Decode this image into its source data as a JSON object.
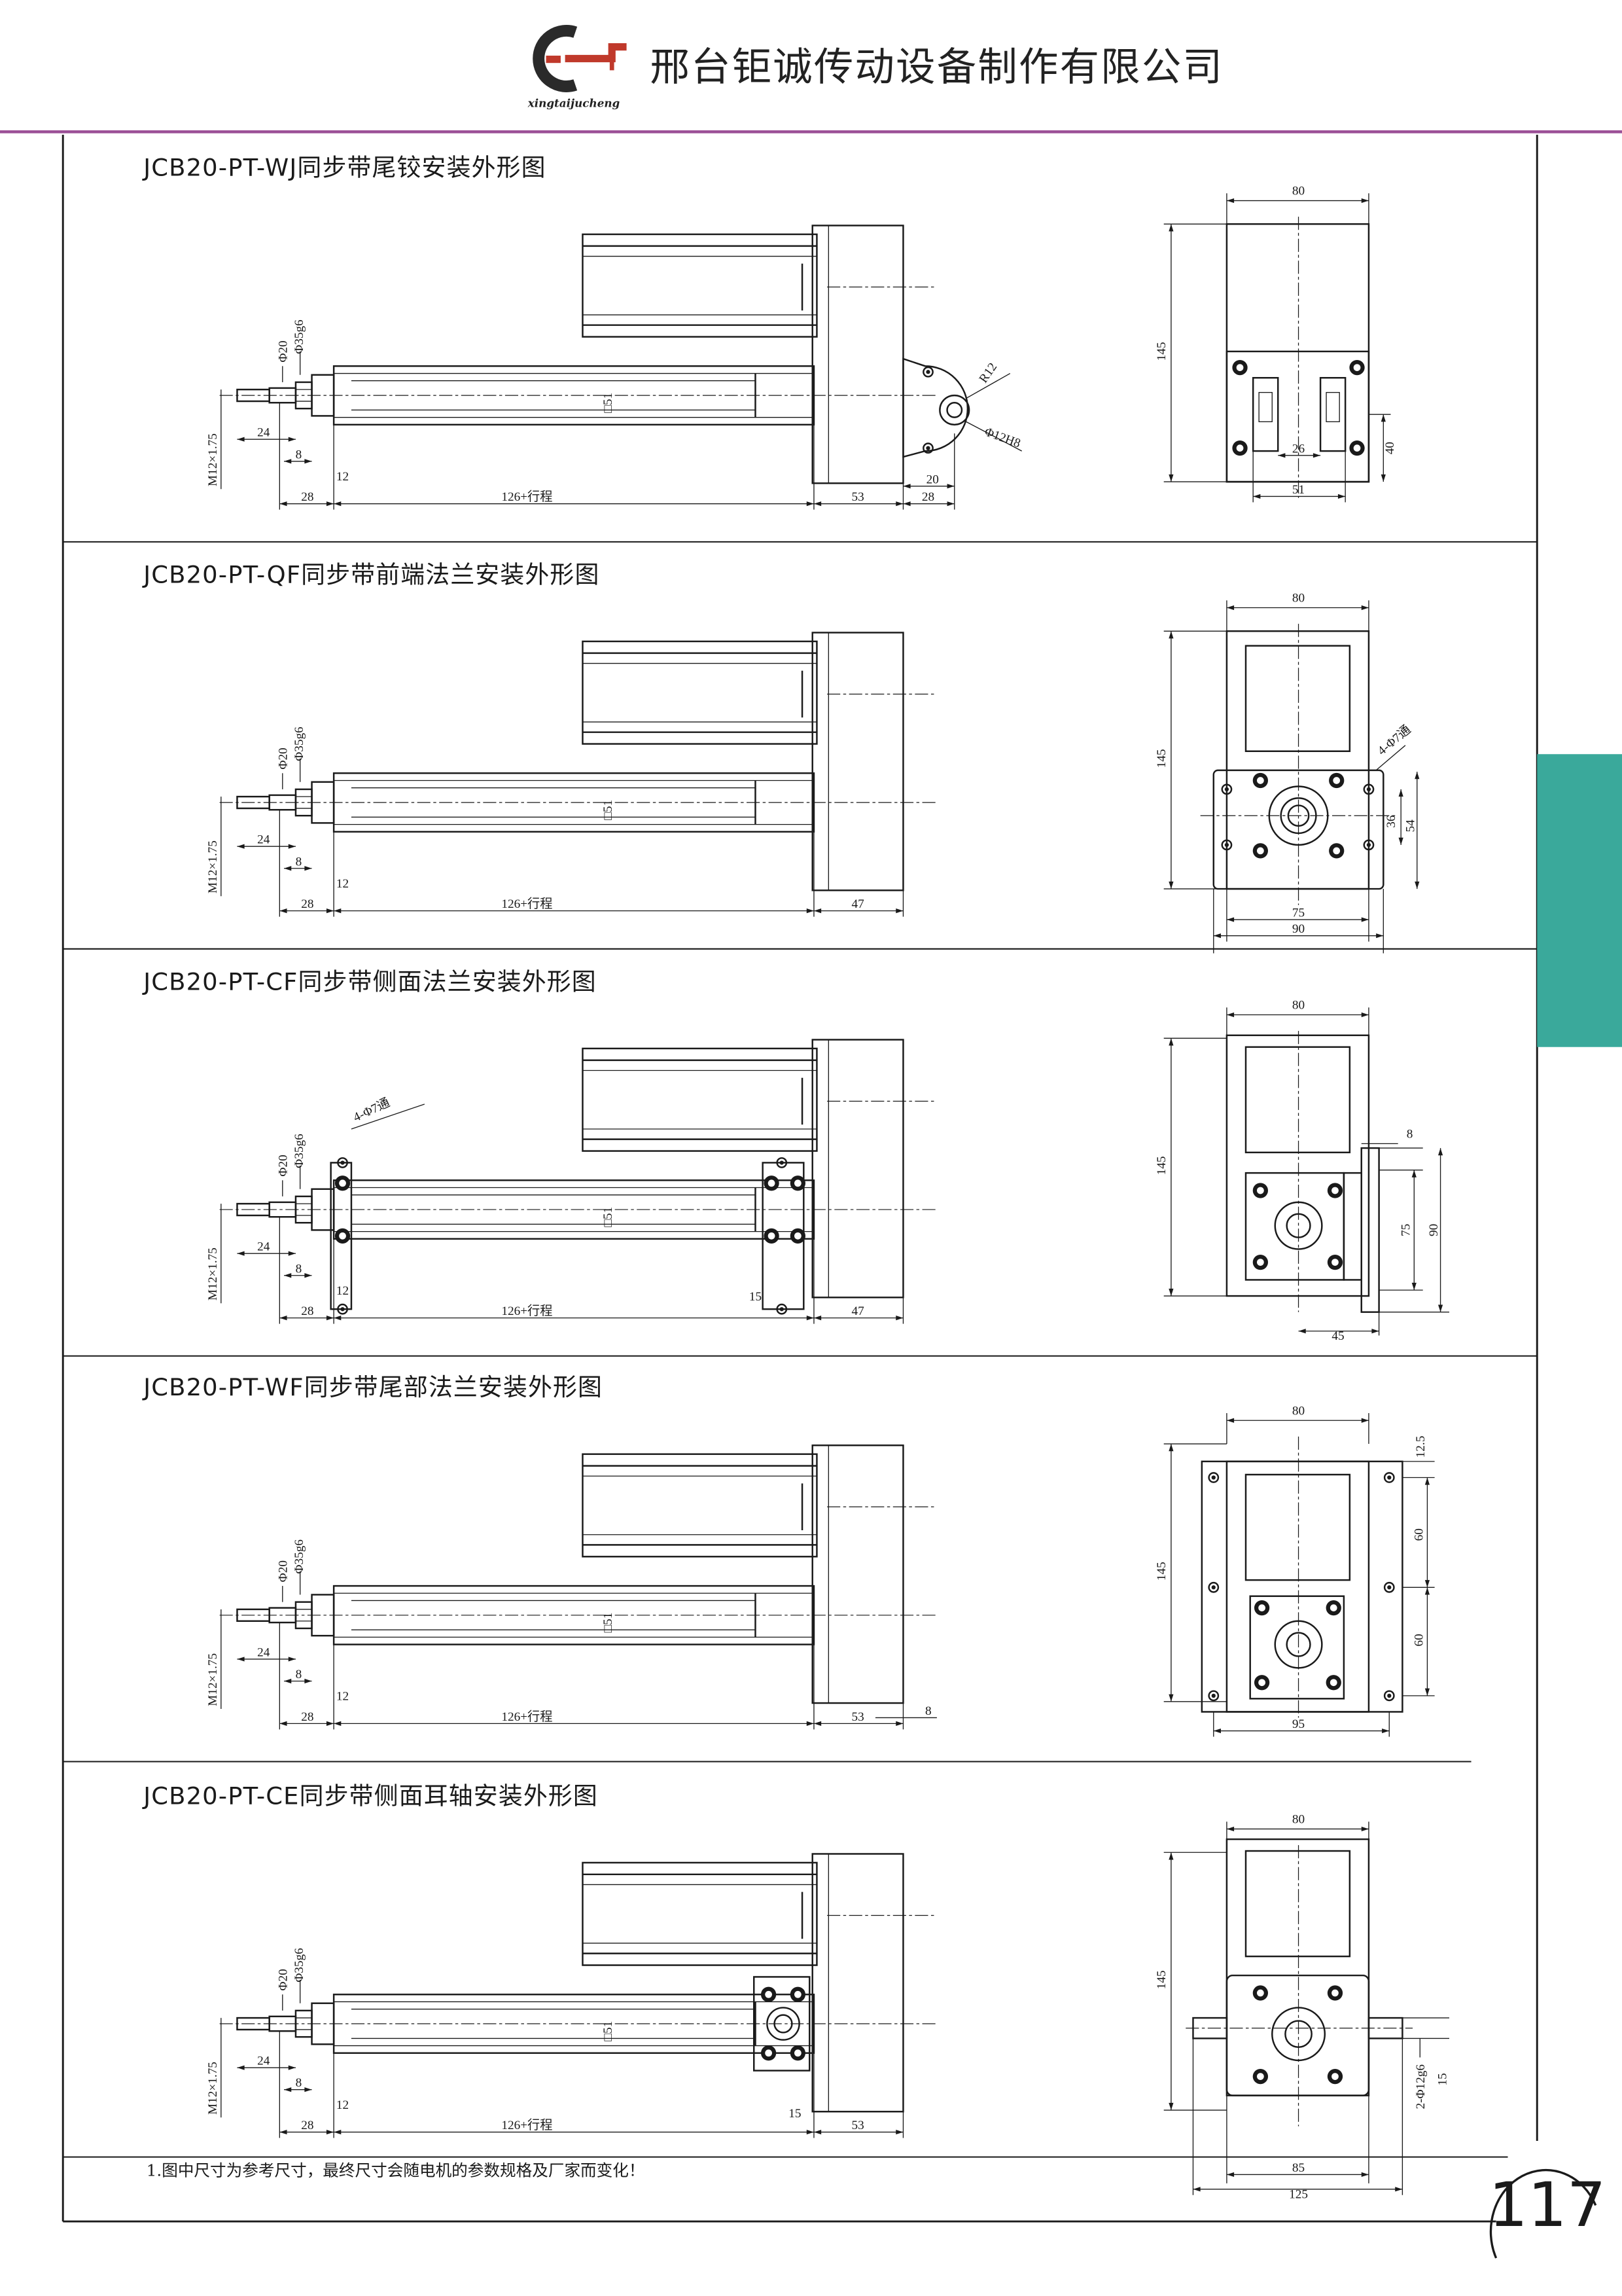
{
  "header": {
    "logo_caption": "xingtaijucheng",
    "company_name": "邢台钜诚传动设备制作有限公司",
    "brand_color": "#c0392b",
    "rule_color": "#9b4f96"
  },
  "side_tab_color": "#3aa99b",
  "sections": [
    {
      "title": "JCB20-PT-WJ同步带尾铰安装外形图",
      "side": {
        "d1": "Φ20",
        "d2": "Φ35g6",
        "thread": "M12×1.75",
        "body": "□51",
        "len24": "24",
        "len8": "8",
        "len12": "12",
        "len28": "28",
        "stroke": "126+行程",
        "rear": "53",
        "rear2": "28",
        "r12": "R12",
        "bore": "Φ12H8",
        "len20": "20"
      },
      "end": {
        "width": "80",
        "height": "145",
        "h40": "40",
        "w26": "26",
        "w51": "51"
      }
    },
    {
      "title": "JCB20-PT-QF同步带前端法兰安装外形图",
      "side": {
        "d1": "Φ20",
        "d2": "Φ35g6",
        "thread": "M12×1.75",
        "body": "□51",
        "len24": "24",
        "len8": "8",
        "len12": "12",
        "len28": "28",
        "stroke": "126+行程",
        "rear": "47"
      },
      "end": {
        "width": "80",
        "height": "145",
        "holes": "4-Φ7通",
        "d36": "36",
        "d54": "54",
        "w75": "75",
        "w90": "90"
      }
    },
    {
      "title": "JCB20-PT-CF同步带侧面法兰安装外形图",
      "side": {
        "d1": "Φ20",
        "d2": "Φ35g6",
        "thread": "M12×1.75",
        "body": "□51",
        "len24": "24",
        "len8": "8",
        "len12": "12",
        "len28": "28",
        "stroke": "126+行程",
        "rear": "47",
        "holes": "4-Φ7通",
        "len15": "15"
      },
      "end": {
        "width": "80",
        "height": "145",
        "t8": "8",
        "d75": "75",
        "d90": "90",
        "w45": "45"
      }
    },
    {
      "title": "JCB20-PT-WF同步带尾部法兰安装外形图",
      "side": {
        "d1": "Φ20",
        "d2": "Φ35g6",
        "thread": "M12×1.75",
        "body": "□51",
        "len24": "24",
        "len8": "8",
        "len12": "12",
        "len28": "28",
        "stroke": "126+行程",
        "rear": "53",
        "t8": "8"
      },
      "end": {
        "width": "80",
        "height": "145",
        "top": "12.5",
        "p60a": "60",
        "p60b": "60",
        "w95": "95"
      }
    },
    {
      "title": "JCB20-PT-CE同步带侧面耳轴安装外形图",
      "side": {
        "d1": "Φ20",
        "d2": "Φ35g6",
        "thread": "M12×1.75",
        "body": "□51",
        "len24": "24",
        "len8": "8",
        "len12": "12",
        "len28": "28",
        "stroke": "126+行程",
        "rear": "53",
        "len15": "15"
      },
      "end": {
        "width": "80",
        "height": "145",
        "pin": "2-Φ12g6",
        "d15": "15",
        "w85": "85",
        "w125": "125"
      }
    }
  ],
  "note": "1.图中尺寸为参考尺寸，最终尺寸会随电机的参数规格及厂家而变化！",
  "page_number": "117"
}
